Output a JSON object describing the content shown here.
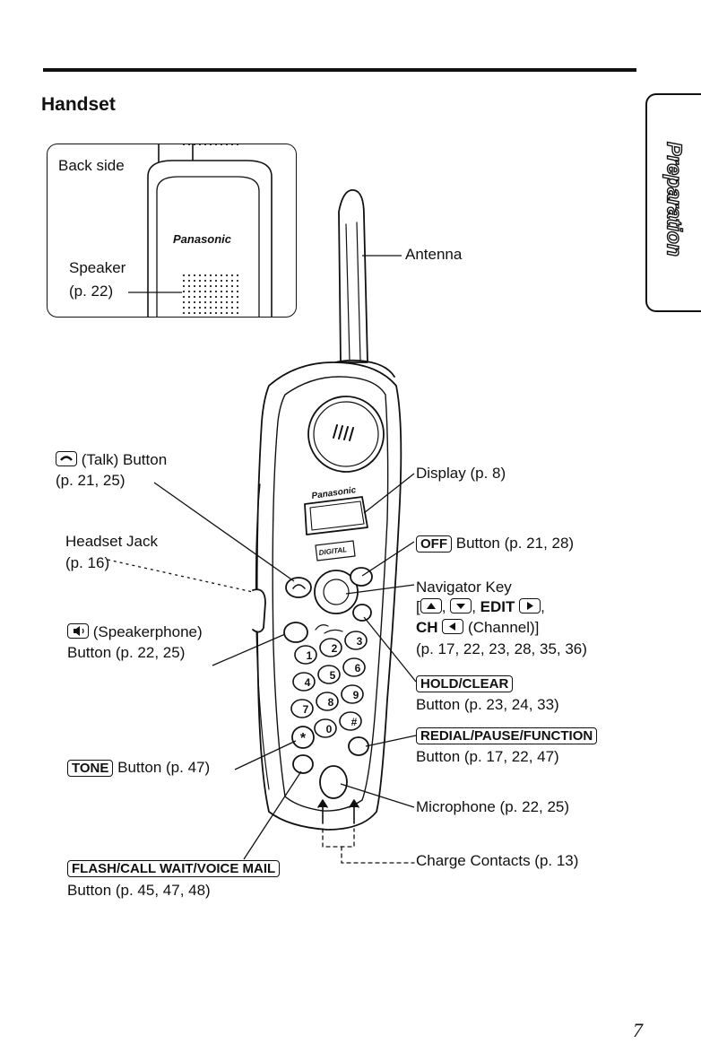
{
  "section_title": "Handset",
  "side_tab": "Preparation",
  "page_number": "7",
  "back_view": {
    "caption": "Back side",
    "brand": "Panasonic",
    "speaker_label": "Speaker",
    "speaker_page": "(p. 22)"
  },
  "handset_face": {
    "brand": "Panasonic",
    "digital": "DIGITAL",
    "keys": [
      "1",
      "2",
      "3",
      "4",
      "5",
      "6",
      "7",
      "8",
      "9",
      "*",
      "0",
      "#"
    ]
  },
  "labels": {
    "antenna": "Antenna",
    "talk_button": "(Talk) Button",
    "talk_pages": "(p. 21, 25)",
    "display": "Display (p. 8)",
    "headset_jack": "Headset Jack",
    "headset_pages": "(p. 16)",
    "off_key": "OFF",
    "off_text": "Button (p. 21, 28)",
    "navigator": "Navigator Key",
    "edit": "EDIT",
    "ch": "CH",
    "channel": "(Channel)]",
    "navigator_pages": "(p. 17, 22, 23, 28, 35, 36)",
    "speakerphone": "(Speakerphone)",
    "speakerphone_pages": "Button (p. 22, 25)",
    "hold_key": "HOLD/CLEAR",
    "hold_pages": "Button (p. 23, 24, 33)",
    "redial_key": "REDIAL/PAUSE/FUNCTION",
    "redial_pages": "Button (p. 17, 22, 47)",
    "tone_key": "TONE",
    "tone_text": "Button (p. 47)",
    "microphone": "Microphone (p. 22, 25)",
    "flash_key": "FLASH/CALL WAIT/VOICE MAIL",
    "flash_pages": "Button (p. 45, 47, 48)",
    "charge": "Charge Contacts (p. 13)"
  }
}
